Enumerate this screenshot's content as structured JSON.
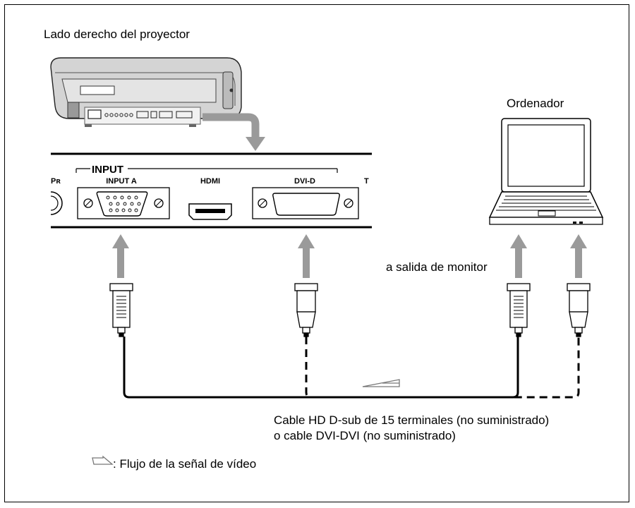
{
  "labels": {
    "projector_side": "Lado derecho del proyector",
    "computer": "Ordenador",
    "monitor_output": "a salida de monitor",
    "cable_line1": "Cable HD D-sub de 15 terminales (no suministrado)",
    "cable_line2": "o cable DVI-DVI (no suministrado)",
    "legend": ": Flujo de la señal de vídeo"
  },
  "panel": {
    "group_label": "INPUT",
    "ports": [
      "Pʀ",
      "INPUT A",
      "HDMI",
      "DVI-D",
      "T"
    ]
  },
  "colors": {
    "arrow": "#9a9a9a",
    "line": "#000000",
    "projector_body": "#d4d4d4"
  }
}
